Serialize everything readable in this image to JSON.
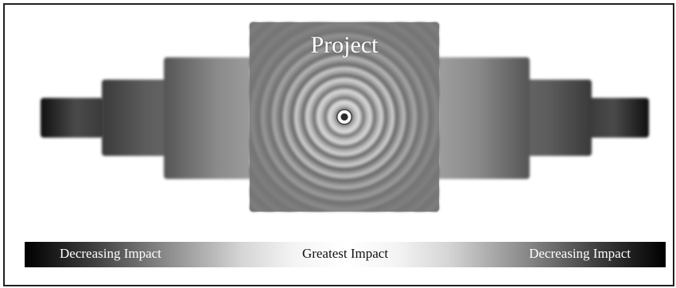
{
  "diagram": {
    "center_label": "Project",
    "impact_scale": {
      "left_label": "Decreasing Impact",
      "center_label": "Greatest Impact",
      "right_label": "Decreasing Impact"
    }
  },
  "colors": {
    "frame_border": "#222222",
    "dark": "#000000",
    "light": "#ffffff"
  }
}
